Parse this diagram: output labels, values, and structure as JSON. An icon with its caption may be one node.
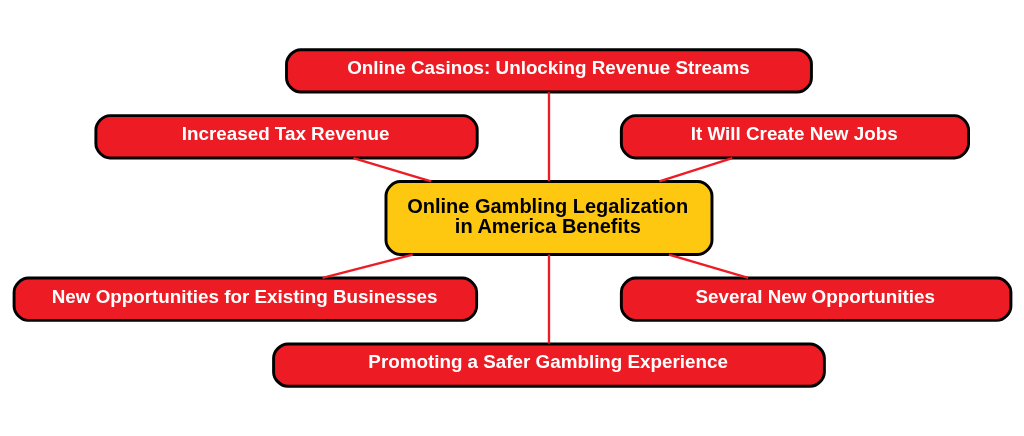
{
  "diagram": {
    "nodes": [
      {
        "text": [
          "Online Casinos: Unlocking Revenue Streams"
        ]
      },
      {
        "text": [
          "Increased Tax Revenue"
        ]
      },
      {
        "text": [
          "It Will Create New Jobs"
        ]
      },
      {
        "text": [
          "Online Gambling Legalization in America Benefits"
        ]
      },
      {
        "text": [
          "New Opportunities for Existing Businesses"
        ]
      },
      {
        "text": [
          "Several New Opportunities"
        ]
      },
      {
        "text": [
          "Promoting a Safer Gambling Experience"
        ]
      }
    ],
    "edges": [
      {
        "from": 1,
        "to": 3,
        "arrow": "none"
      },
      {
        "from": 0,
        "to": 3,
        "arrow": "none"
      },
      {
        "from": 2,
        "to": 3,
        "arrow": "none"
      },
      {
        "from": 3,
        "to": 4,
        "arrow": "none"
      },
      {
        "from": 3,
        "to": 6,
        "arrow": "none"
      },
      {
        "from": 3,
        "to": 5,
        "arrow": "none"
      }
    ]
  }
}
